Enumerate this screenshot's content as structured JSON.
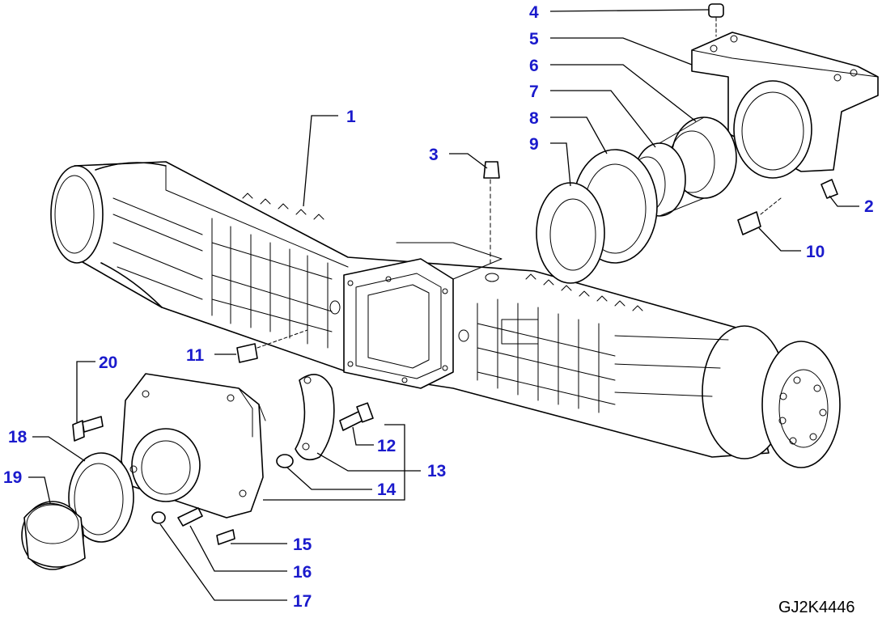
{
  "diagram": {
    "code": "GJ2K4446",
    "callouts": [
      {
        "id": "1",
        "label": "1"
      },
      {
        "id": "2",
        "label": "2"
      },
      {
        "id": "3",
        "label": "3"
      },
      {
        "id": "4",
        "label": "4"
      },
      {
        "id": "5",
        "label": "5"
      },
      {
        "id": "6",
        "label": "6"
      },
      {
        "id": "7",
        "label": "7"
      },
      {
        "id": "8",
        "label": "8"
      },
      {
        "id": "9",
        "label": "9"
      },
      {
        "id": "10",
        "label": "10"
      },
      {
        "id": "11",
        "label": "11"
      },
      {
        "id": "12",
        "label": "12"
      },
      {
        "id": "13",
        "label": "13"
      },
      {
        "id": "14",
        "label": "14"
      },
      {
        "id": "15",
        "label": "15"
      },
      {
        "id": "16",
        "label": "16"
      },
      {
        "id": "17",
        "label": "17"
      },
      {
        "id": "18",
        "label": "18"
      },
      {
        "id": "19",
        "label": "19"
      },
      {
        "id": "20",
        "label": "20"
      }
    ],
    "colors": {
      "callout": "#1a1acc",
      "line": "#000000"
    }
  }
}
